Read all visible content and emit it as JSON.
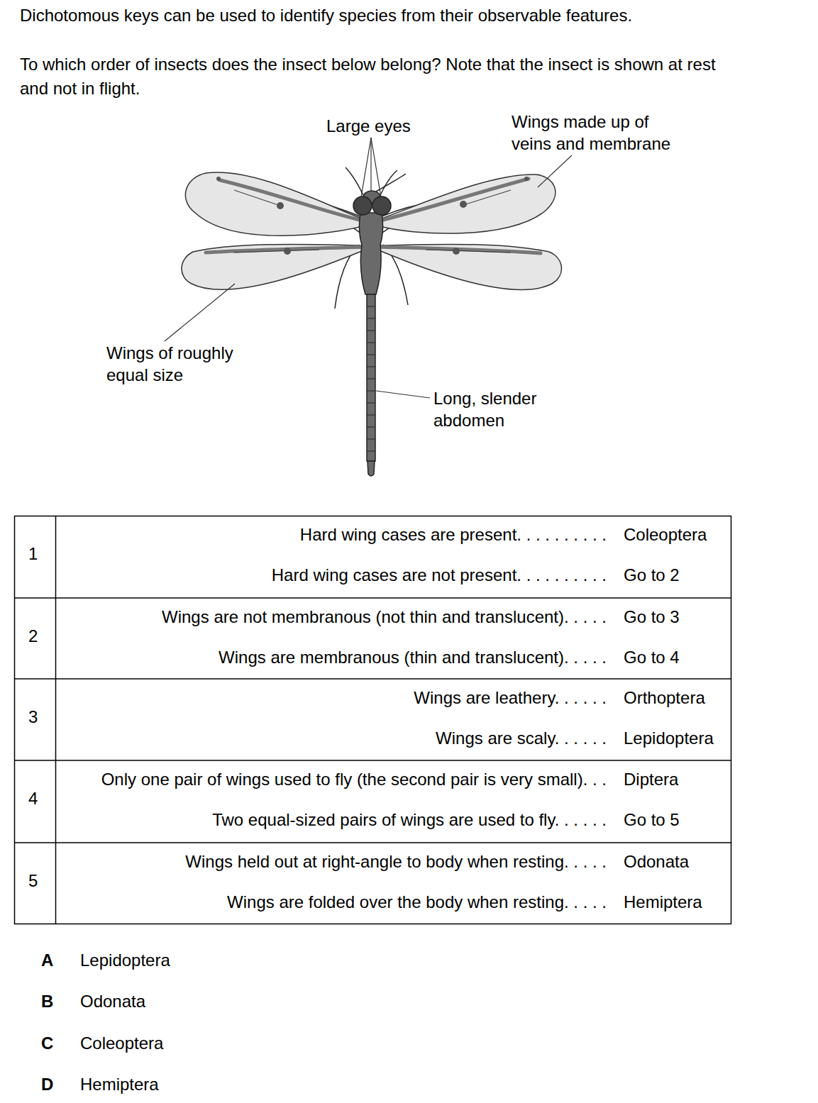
{
  "diagram": {
    "labels": [
      "Dichotomous keys can be used to identify species from their observable features.",
      "To which order of insects does the insect below belong? Note that the insect is shown at rest and not in flight.",
      "Large eyes",
      "Wings made up of veins and membrane",
      "Wings of roughly equal size",
      "Long, slender abdomen",
      "1",
      "Hard wing cases are present. . . . . . . . . .",
      "Coleoptera",
      "Hard wing cases are not present. . . . . . . . . .",
      "Go to 2",
      "2",
      "Wings are not membranous (not thin and translucent). . . . .",
      "Go to 3",
      "Wings are membranous (thin and translucent). . . . .",
      "Go to 4",
      "3",
      "Wings are leathery. . . . . .",
      "Orthoptera",
      "Wings are scaly. . . . . .",
      "Lepidoptera",
      "4",
      "Only one pair of wings used to fly (the second pair is very small). . .",
      "Diptera",
      "Two equal-sized pairs of wings are used to fly. . . . . .",
      "Go to 5",
      "5",
      "Wings held out at right-angle to body when resting. . . . .",
      "Odonata",
      "Wings are folded over the body when resting. . . . .",
      "Hemiptera",
      "A",
      "Lepidoptera",
      "B",
      "Odonata",
      "C",
      "Coleoptera",
      "D",
      "Hemiptera"
    ]
  }
}
